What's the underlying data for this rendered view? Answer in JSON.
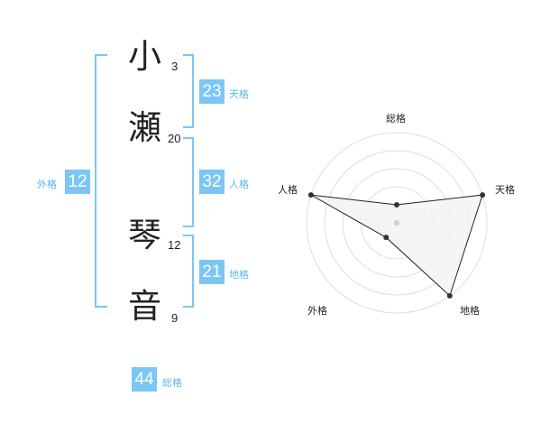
{
  "name": {
    "chars": [
      {
        "char": "小",
        "strokes": "3"
      },
      {
        "char": "瀬",
        "strokes": "20"
      },
      {
        "char": "琴",
        "strokes": "12"
      },
      {
        "char": "音",
        "strokes": "9"
      }
    ]
  },
  "fortune": {
    "tenkaku": {
      "value": "23",
      "label": "天格"
    },
    "jinkaku": {
      "value": "32",
      "label": "人格"
    },
    "chikaku": {
      "value": "21",
      "label": "地格"
    },
    "gaikaku": {
      "value": "12",
      "label": "外格"
    },
    "soukaku": {
      "value": "44",
      "label": "総格"
    }
  },
  "chart_data": {
    "type": "radar",
    "axes": [
      "総格",
      "天格",
      "地格",
      "外格",
      "人格"
    ],
    "values": [
      1,
      5,
      5,
      1,
      5
    ],
    "max": 5,
    "rings": 5,
    "colors": {
      "fill": "#f2f2f2",
      "line": "#222222",
      "grid": "#dddddd",
      "point": "#333333",
      "center": "#cccccc"
    }
  }
}
